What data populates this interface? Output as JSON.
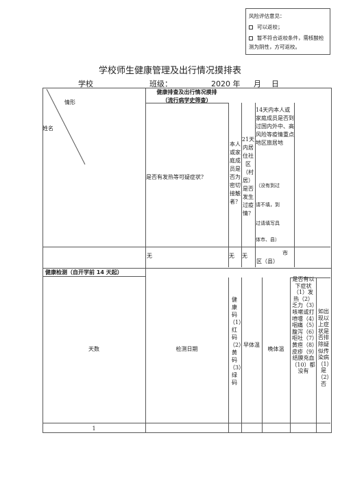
{
  "risk_box": {
    "title": "风险评估意见：",
    "option1": "可以返校；",
    "option2": "暂不符合返校条件，需核酸检测为阴性，方可返校。"
  },
  "title": "学校师生健康管理及出行情况摸排表",
  "header": {
    "school_label": "学校",
    "class_label": "班级：",
    "year": "2020 年",
    "month": "月",
    "day": "日"
  },
  "table": {
    "corner_top": "情形",
    "corner_bottom": "姓名",
    "section1_title": "健康排查及出行情况摸排",
    "section1_sub": "（流行病学史筛查）",
    "q1": "是否有发热等可疑症状？",
    "q2": "本人或家庭成员是否为密切接触者？",
    "q3": "21天内居住社区（村居）是否发生过疫情？",
    "q4_main": "14天内本人或家庭成员是否到过国内外中、高风险等疫情重点地区旅居地",
    "q4_note1": "（没有到过",
    "q4_note2": "请不填，到",
    "q4_note3": "过请填写具",
    "q4_note4": "体市、县）",
    "a1": "无",
    "a2": "无",
    "a3": "无",
    "a4_city": "市",
    "a4_county": "区（县）",
    "section2_title": "健康检测（自开学前 14 天起）",
    "col_days": "天数",
    "col_date": "检测日期",
    "col_code": "健康码（1）红码（2）黄码（3）绿码",
    "col_morning": "早体温",
    "col_evening": "晚体温",
    "col_symptoms": "是否有以下症状（1）发热（2）乏力（3）咳嗽或打喷嚏（4）咽痛（5）腹泻（6）呕吐（7）黄疸（8）皮疹（9）结膜充血（10）都没有",
    "col_isolation": "如出现以上症状是否排除疑似传染病（1）是（2）否",
    "row1": "1"
  }
}
